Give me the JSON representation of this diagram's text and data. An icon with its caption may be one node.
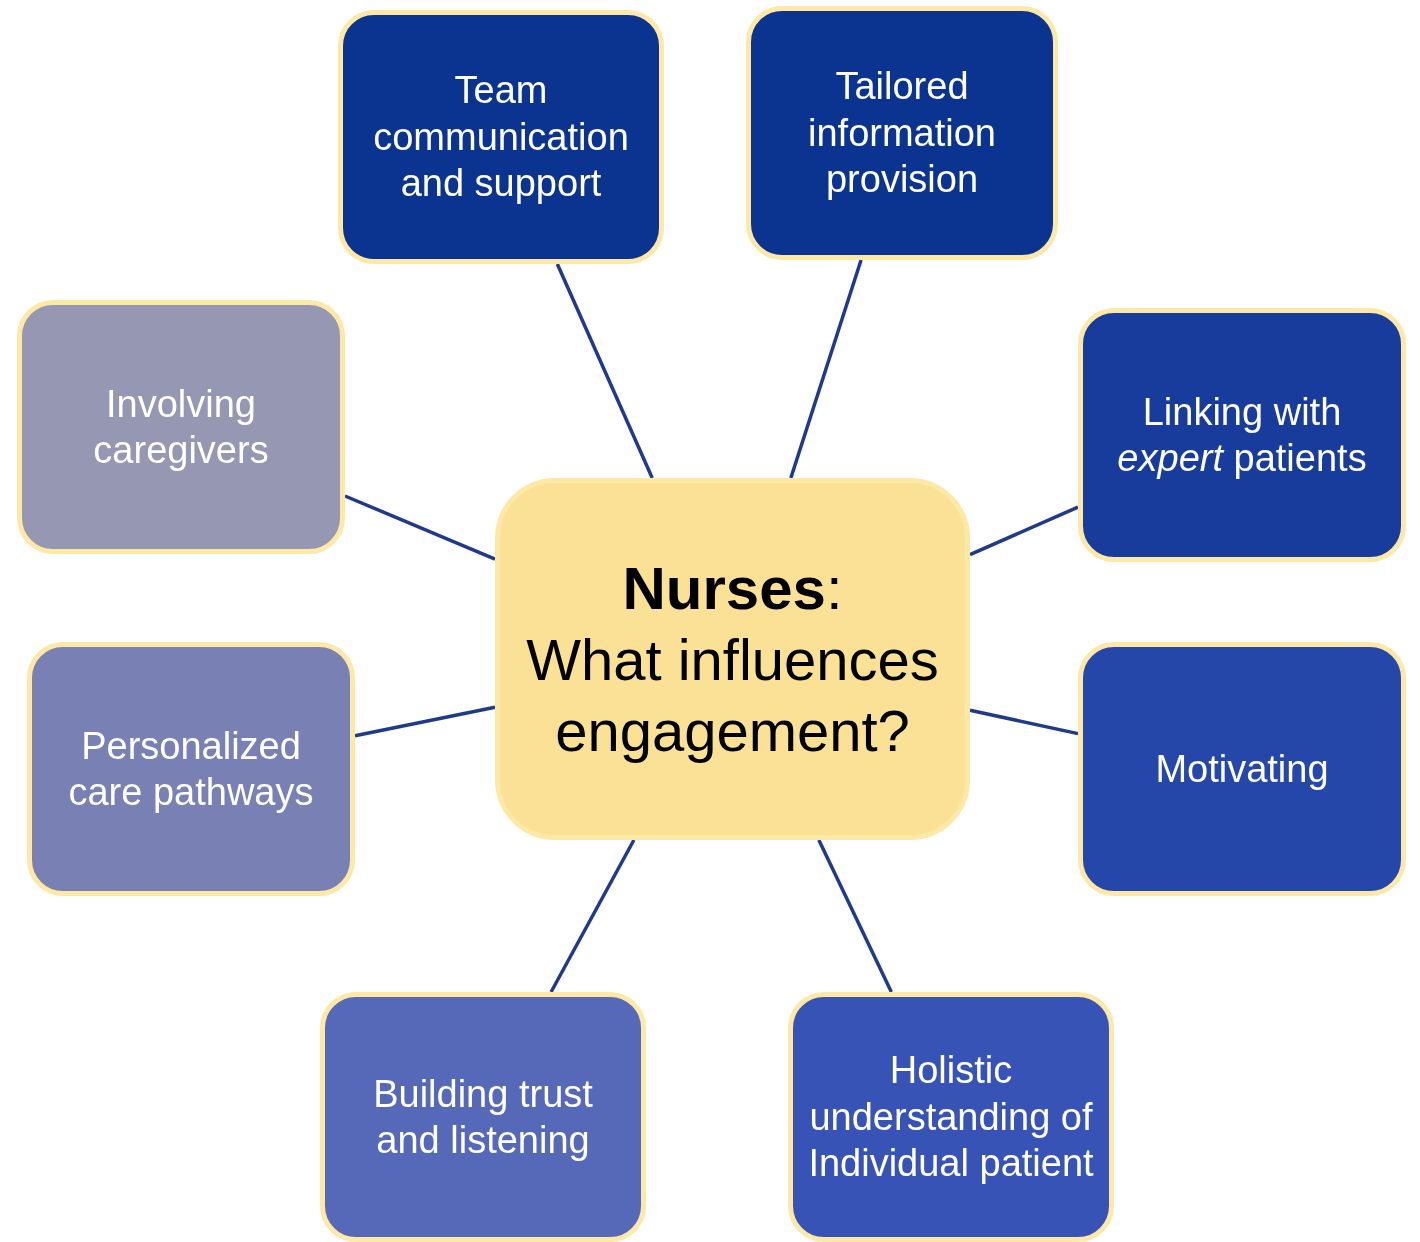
{
  "diagram": {
    "nodes": [
      {
        "text": [
          "**Nurses**:",
          "What influences engagement?"
        ]
      },
      {
        "text": [
          "Team communication and support"
        ]
      },
      {
        "text": [
          "Tailored information provision"
        ]
      },
      {
        "text": [
          "Linking with *expert* patients"
        ]
      },
      {
        "text": [
          "Motivating"
        ]
      },
      {
        "text": [
          "Holistic understanding of Individual patient"
        ]
      },
      {
        "text": [
          "Building trust and listening"
        ]
      },
      {
        "text": [
          "Personalized care pathways"
        ]
      },
      {
        "text": [
          "Involving caregivers"
        ]
      }
    ],
    "edges": [
      {
        "from": 0,
        "to": 1,
        "arrow": "none"
      },
      {
        "from": 0,
        "to": 2,
        "arrow": "none"
      },
      {
        "from": 0,
        "to": 3,
        "arrow": "none"
      },
      {
        "from": 0,
        "to": 4,
        "arrow": "none"
      },
      {
        "from": 0,
        "to": 5,
        "arrow": "none"
      },
      {
        "from": 0,
        "to": 6,
        "arrow": "none"
      },
      {
        "from": 0,
        "to": 7,
        "arrow": "none"
      },
      {
        "from": 0,
        "to": 8,
        "arrow": "none"
      }
    ]
  }
}
